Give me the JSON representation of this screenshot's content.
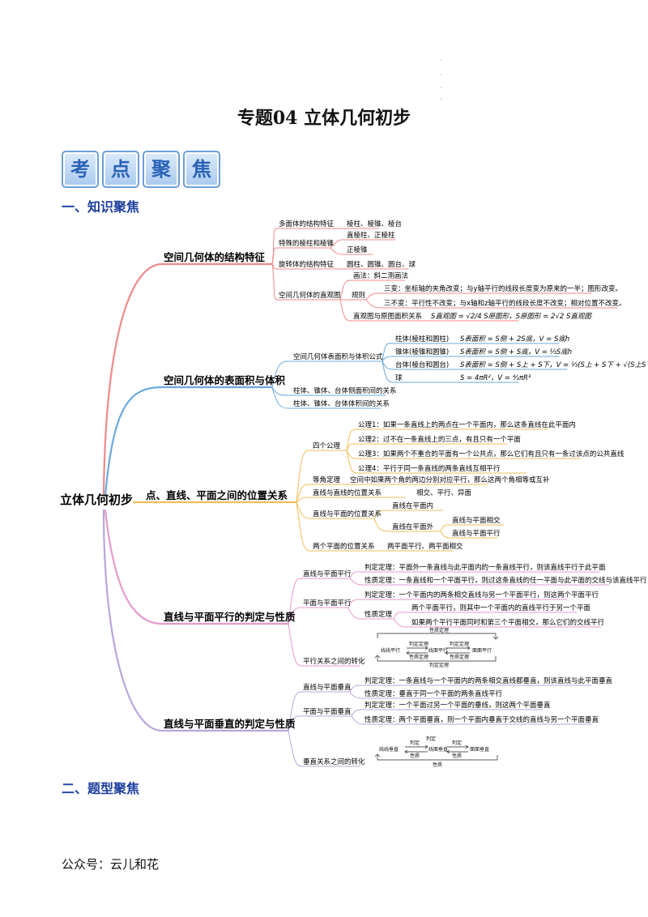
{
  "title": "专题04  立体几何初步",
  "badges": [
    "考",
    "点",
    "聚",
    "焦"
  ],
  "sections": {
    "knowledge": "一、知识聚焦",
    "questions": "二、题型聚焦"
  },
  "footer": "公众号：云儿和花",
  "colors": {
    "red": "#f08a8a",
    "blue": "#6aa9e0",
    "orange": "#f2be58",
    "pink": "#e79acc",
    "purple": "#b9a6dc",
    "heading": "#1c3f9e"
  },
  "mindmap": {
    "root": "立体几何初步",
    "b1": {
      "label": "空间几何体的结构特征",
      "s1": "多面体的结构特征",
      "s1v": "棱柱、棱锥、棱台",
      "s2": "特殊的棱柱和棱锥",
      "s2a": "直棱柱、正棱柱",
      "s2b": "正棱锥",
      "s3": "旋转体的结构特征",
      "s3v": "圆柱、圆锥、圆台、球",
      "s4": "空间几何体的直观图",
      "s4a": "画法：斜二测画法",
      "s4b": "规则",
      "s4b1": "三变：坐标轴的夹角改变；与y轴平行的线段长度变为原来的一半；图形改变。",
      "s4b2": "三不变：平行性不改变；与x轴和z轴平行的线段长度不改变；相对位置不改变。",
      "s4c": "直观图与原图面积关系",
      "s4cf": "S直观图 = √2/4 S原图形，S原图形 = 2√2 S直观图"
    },
    "b2": {
      "label": "空间几何体的表面积与体积",
      "s1": "空间几何体表面积与体积公式",
      "f1": "柱体(棱柱和圆柱)",
      "f1v": "S表面积 = S侧 + 2S底，V = S底h",
      "f2": "锥体(棱锥和圆锥)",
      "f2v": "S表面积 = S侧 + S底，V = ⅓S底h",
      "f3": "台体(棱台和圆台)",
      "f3v": "S表面积 = S侧 + S上 + S下，V = ⅓(S上 + S下 + √(S上S下))h",
      "f4": "球",
      "f4v": "S = 4πR²，V = ⁴⁄₃πR³",
      "s2": "柱体、锥体、台体侧面积间的关系",
      "s3": "柱体、锥体、台体体积间的关系"
    },
    "b3": {
      "label": "点、直线、平面之间的位置关系",
      "s1": "四个公理",
      "a1": "公理1：如果一条直线上的两点在一个平面内，那么这条直线在此平面内",
      "a2": "公理2：过不在一条直线上的三点，有且只有一个平面",
      "a3": "公理3：如果两个不重合的平面有一个公共点，那么它们有且只有一条过该点的公共直线",
      "a4": "公理4：平行于同一条直线的两条直线互相平行",
      "s2": "等角定理",
      "s2v": "空间中如果两个角的两边分别对应平行，那么这两个角相等或互补",
      "s3": "直线与直线的位置关系",
      "s3v": "相交、平行、异面",
      "s4": "直线与平面的位置关系",
      "s4a": "直线在平面内",
      "s4b": "直线在平面外",
      "s4b1": "直线与平面相交",
      "s4b2": "直线与平面平行",
      "s5": "两个平面的位置关系",
      "s5v": "两平面平行、两平面相交"
    },
    "b4": {
      "label": "直线与平面平行的判定与性质",
      "s1": "直线与平面平行",
      "s1a": "判定定理：平面外一条直线与此平面内的一条直线平行，则该直线平行于此平面",
      "s1b": "性质定理：一条直线和一个平面平行，则过这条直线的任一平面与此平面的交线与该直线平行",
      "s2": "平面与平面平行",
      "s2a": "判定定理：一个平面内的两条相交直线与另一个平面平行，则这两个平面平行",
      "s2b": "性质定理",
      "s2b1": "两个平面平行，则其中一个平面内的直线平行于另一个平面",
      "s2b2": "如果两个平行平面同时和第三个平面相交，那么它们的交线平行",
      "s3": "平行关系之间的转化",
      "d": {
        "top": "性质定理",
        "pj": "判定定理",
        "xz": "性质定理",
        "t1": "线线平行",
        "t2": "线面平行",
        "t3": "面面平行",
        "bottom": "判定定理"
      }
    },
    "b5": {
      "label": "直线与平面垂直的判定与性质",
      "s1": "直线与平面垂直",
      "s1a": "判定定理：一条直线与一个平面内的两条相交直线都垂直，则该直线与此平面垂直",
      "s1b": "性质定理：垂直于同一个平面的两条直线平行",
      "s2": "平面与平面垂直",
      "s2a": "判定定理：一个平面过另一个平面的垂线，则这两个平面垂直",
      "s2b": "性质定理：两个平面垂直，则一个平面内垂直于交线的直线与另一个平面垂直",
      "s3": "垂直关系之间的转化",
      "d": {
        "top": "判定",
        "pj": "判定",
        "xz": "性质",
        "t1": "线线垂直",
        "t2": "线面垂直",
        "t3": "面面垂直",
        "bottom": "性质"
      }
    }
  }
}
